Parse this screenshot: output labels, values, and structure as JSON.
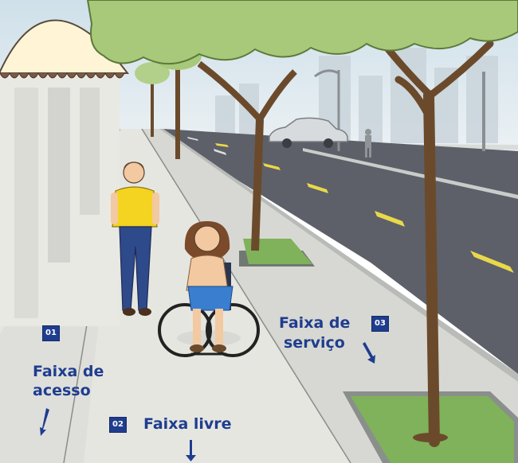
{
  "labels": {
    "zone1": {
      "number": "01",
      "line1": "Faixa de",
      "line2": "acesso"
    },
    "zone2": {
      "number": "02",
      "text": "Faixa livre"
    },
    "zone3": {
      "number": "03",
      "line1": "Faixa de",
      "line2": "serviço"
    }
  },
  "colors": {
    "label_blue": "#1f3d8f",
    "road": "#5d6068",
    "sidewalk": "#e6e6e1",
    "tree_trunk": "#6b4a2b",
    "foliage": "#a7c979",
    "grass": "#7fb25a"
  }
}
